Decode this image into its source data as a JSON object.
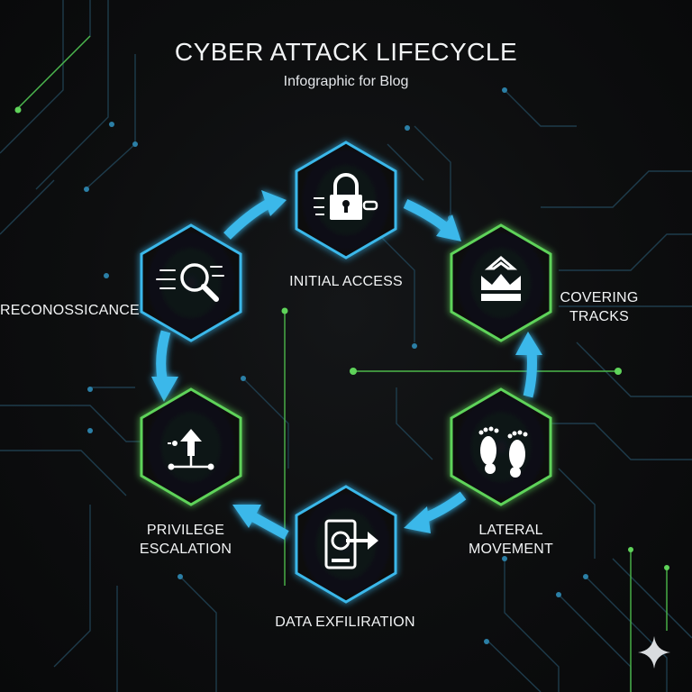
{
  "title": "CYBER ATTACK LIFECYCLE",
  "subtitle": "Infographic for Blog",
  "stages": [
    {
      "id": "reconnaissance",
      "label_lines": [
        "RECONOSSICANCE"
      ],
      "icon": "magnifier-icon",
      "border": "#3ab8ea"
    },
    {
      "id": "initial-access",
      "label_lines": [
        "INITIAL ACCESS"
      ],
      "icon": "padlock-icon",
      "border": "#3ab8ea"
    },
    {
      "id": "covering-tracks",
      "label_lines": [
        "COVERING",
        "TRACKS"
      ],
      "icon": "crown-icon",
      "border": "#5fd35a"
    },
    {
      "id": "lateral-movement",
      "label_lines": [
        "LATERAL",
        "MOVEMENT"
      ],
      "icon": "footprints-icon",
      "border": "#5fd35a"
    },
    {
      "id": "data-exfiltration",
      "label_lines": [
        "DATA EXFILIRATION"
      ],
      "icon": "hard-drive-export-icon",
      "border": "#3ab8ea"
    },
    {
      "id": "privilege-escalation",
      "label_lines": [
        "PRIVILEGE",
        "ESCALATION"
      ],
      "icon": "up-arrow-network-icon",
      "border": "#5fd35a"
    }
  ],
  "colors": {
    "background": "#0b0c0d",
    "accent_blue": "#3ab8ea",
    "accent_green": "#5fd35a",
    "circuit": "#1f4152",
    "text": "#f2f4f5"
  }
}
